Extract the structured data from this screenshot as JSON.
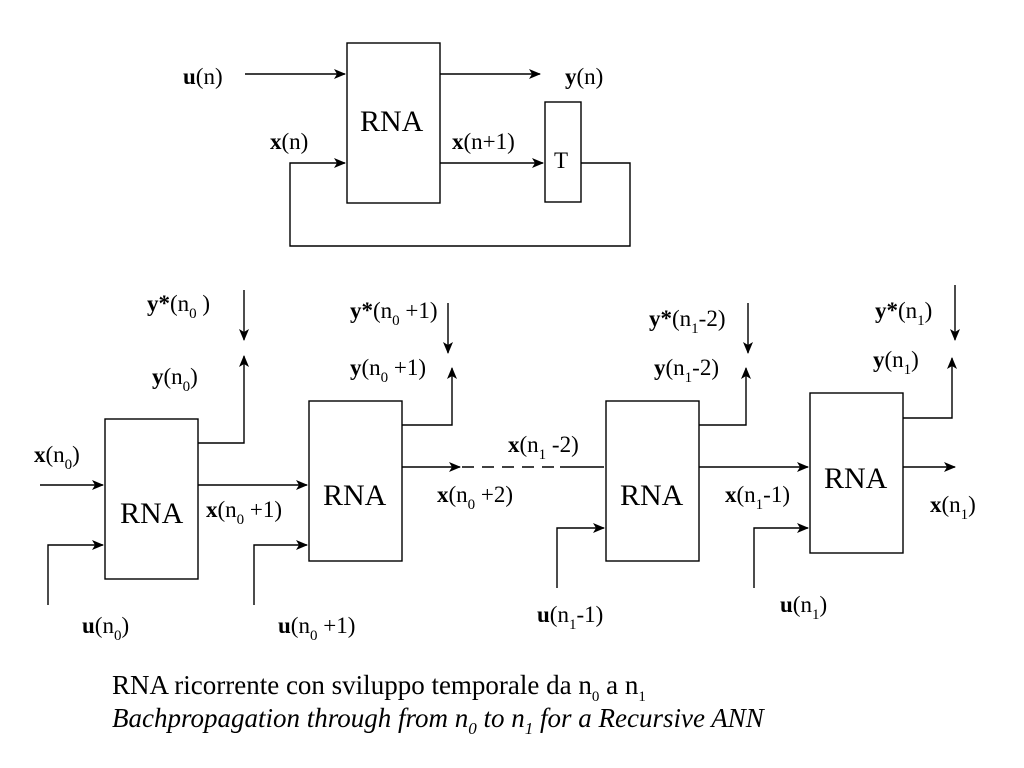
{
  "colors": {
    "stroke": "#000000",
    "background": "#ffffff"
  },
  "top": {
    "block_label": "RNA",
    "delay_label": "T",
    "u_bold": "u",
    "u_rest": "(n)",
    "y_bold": "y",
    "y_rest": "(n)",
    "xin_bold": "x",
    "xin_rest": "(n)",
    "xnext_bold": "x",
    "xnext_rest": "(n+1)"
  },
  "unrolled": {
    "block_label": "RNA",
    "bold": {
      "x": "x",
      "y": "y",
      "ystar": "y*",
      "u": "u"
    },
    "labels": {
      "ystar_n0": {
        "a": "(n",
        "s": "0",
        "b": " )"
      },
      "y_n0": {
        "a": "(n",
        "s": "0",
        "b": ")"
      },
      "x_n0": {
        "a": "(n",
        "s": "0",
        "b": ")"
      },
      "u_n0": {
        "a": "(n",
        "s": "0",
        "b": ")"
      },
      "x_n0p1": {
        "a": "(n",
        "s": "0",
        "b": " +1)"
      },
      "ystar_n0p1": {
        "a": "(n",
        "s": "0",
        "b": " +1)"
      },
      "y_n0p1": {
        "a": "(n",
        "s": "0",
        "b": " +1)"
      },
      "u_n0p1": {
        "a": "(n",
        "s": "0",
        "b": " +1)"
      },
      "x_n0p2": {
        "a": "(n",
        "s": "0",
        "b": " +2)"
      },
      "x_n1m2": {
        "a": "(n",
        "s": "1",
        "b": " -2)"
      },
      "ystar_n1m2": {
        "a": "(n",
        "s": "1",
        "b": "-2)"
      },
      "y_n1m2": {
        "a": "(n",
        "s": "1",
        "b": "-2)"
      },
      "u_n1m1": {
        "a": "(n",
        "s": "1",
        "b": "-1)"
      },
      "x_n1m1": {
        "a": "(n",
        "s": "1",
        "b": "-1)"
      },
      "ystar_n1": {
        "a": "(n",
        "s": "1",
        "b": ")"
      },
      "y_n1": {
        "a": "(n",
        "s": "1",
        "b": ")"
      },
      "x_n1": {
        "a": "(n",
        "s": "1",
        "b": ")"
      },
      "u_n1": {
        "a": "(n",
        "s": "1",
        "b": ")"
      }
    }
  },
  "caption": {
    "line1": {
      "a": "RNA ricorrente con sviluppo temporale da n",
      "s1": "0",
      "b": " a  n",
      "s2": "1"
    },
    "line2": {
      "a": "Bachpropagation through from n",
      "s1": "0",
      "b": " to n",
      "s2": "1",
      "c": " for a Recursive ANN"
    }
  }
}
